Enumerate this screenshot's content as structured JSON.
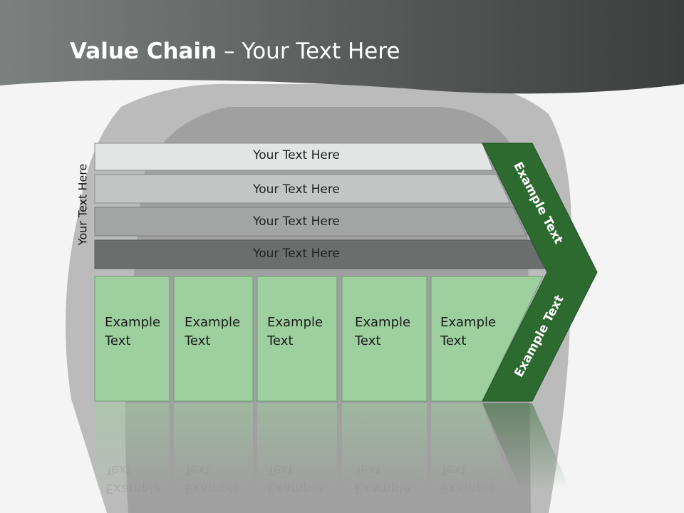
{
  "title": {
    "bold": "Value Chain",
    "rest": " – Your Text Here"
  },
  "side_label": "Your Text Here",
  "rows": [
    {
      "label": "Your Text Here",
      "color": "#e3e5e4"
    },
    {
      "label": "Your Text Here",
      "color": "#c4c6c5"
    },
    {
      "label": "Your Text Here",
      "color": "#a2a5a4"
    },
    {
      "label": "Your Text Here",
      "color": "#6b6e6d"
    }
  ],
  "boxes": [
    {
      "line1": "Example",
      "line2": "Text"
    },
    {
      "line1": "Example",
      "line2": "Text"
    },
    {
      "line1": "Example",
      "line2": "Text"
    },
    {
      "line1": "Example",
      "line2": "Text"
    },
    {
      "line1": "Example",
      "line2": "Text"
    }
  ],
  "chevron": {
    "upper": "Example Text",
    "lower": "Example Text"
  },
  "colors": {
    "box_green": "#9ecf9f",
    "chevron_green": "#2d6a30",
    "header": "#5a5d5c"
  }
}
